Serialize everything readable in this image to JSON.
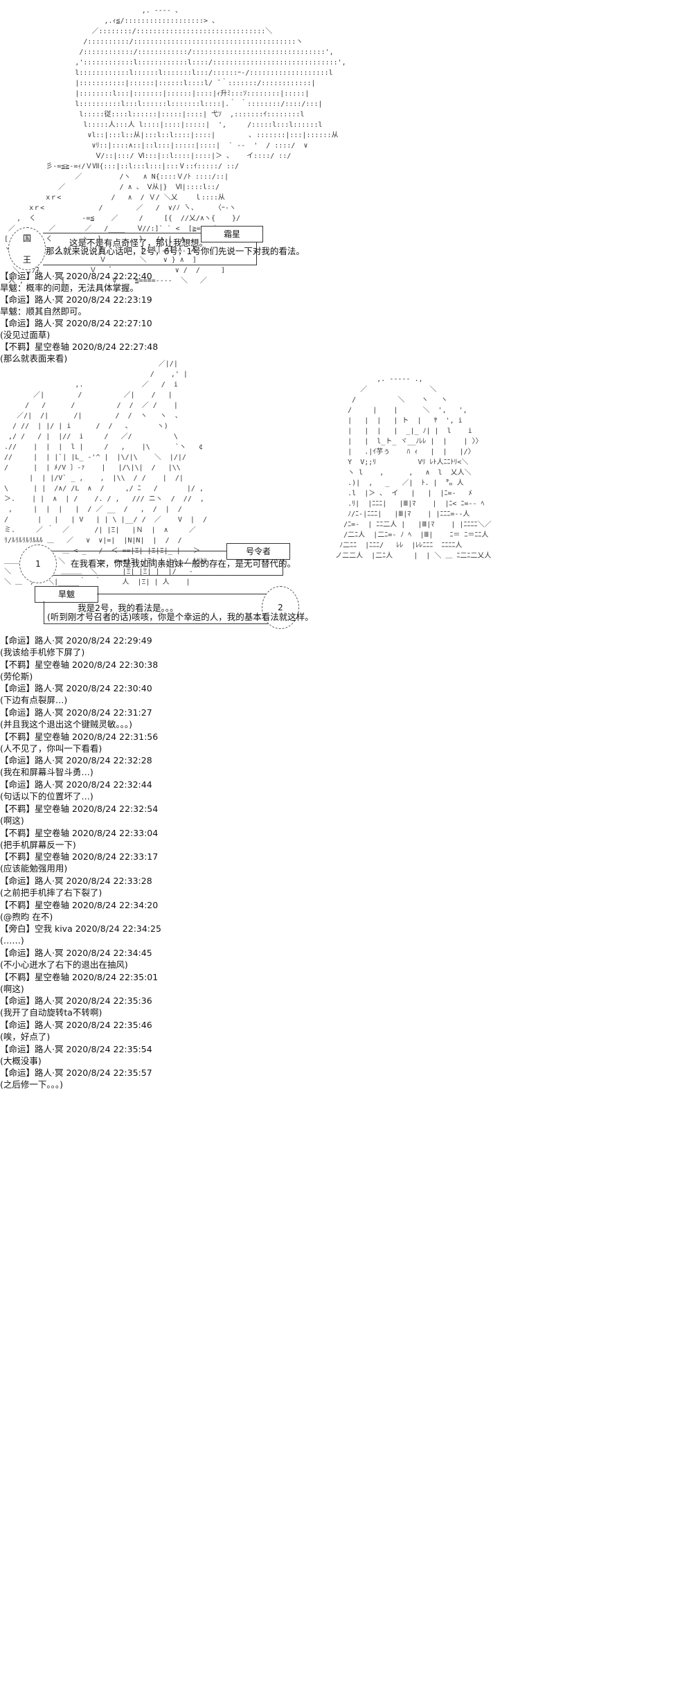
{
  "scene1": {
    "nameplate": "霜星",
    "circle_chars": [
      "国",
      "王"
    ],
    "lines": [
      "这是不是有点奇怪了，那让我想想。",
      "那么就来说说真心话吧，2号，6号，1号你们先说一下对我的看法。"
    ]
  },
  "log1": [
    {
      "header": "【命运】路人·冥 2020/8/24 22:22:40",
      "text": "旱魃：概率的问题，无法具体掌握。"
    },
    {
      "header": "【命运】路人·冥 2020/8/24 22:23:19",
      "text": "旱魃：顺其自然即可。"
    },
    {
      "header": "【命运】路人·冥 2020/8/24 22:27:10",
      "text": "(没见过面草)"
    },
    {
      "header": "【不羁】星空卷轴 2020/8/24 22:27:48",
      "text": "(那么就表面来看)"
    }
  ],
  "scene2": {
    "nameplate_right": "号令者",
    "circle_left": "1",
    "line_right": "在我看来，你是我如同亲姐妹一般的存在，是无可替代的。",
    "nameplate_left": "旱魃",
    "circle_right": "2",
    "lines_left": [
      "我是2号，我的看法是。。。",
      "(听到刚才号召者的话)咳咳，你是个幸运的人，我的基本看法就这样。"
    ]
  },
  "log2": [
    {
      "header": "【命运】路人·冥 2020/8/24 22:29:49",
      "text": "(我该给手机修下屏了)"
    },
    {
      "header": "【不羁】星空卷轴 2020/8/24 22:30:38",
      "text": "(劳伦斯)"
    },
    {
      "header": "【命运】路人·冥 2020/8/24 22:30:40",
      "text": "(下边有点裂屏…)"
    },
    {
      "header": "【命运】路人·冥 2020/8/24 22:31:27",
      "text": "(并且我这个退出这个键贼灵敏。。。)"
    },
    {
      "header": "【不羁】星空卷轴 2020/8/24 22:31:56",
      "text": "(人不见了，你叫一下看看)"
    },
    {
      "header": "【命运】路人·冥 2020/8/24 22:32:28",
      "text": "(我在和屏幕斗智斗勇…)"
    },
    {
      "header": "【命运】路人·冥 2020/8/24 22:32:44",
      "text": "(句话以下的位置坏了…)"
    },
    {
      "header": "【不羁】星空卷轴 2020/8/24 22:32:54",
      "text": "(啊这)"
    },
    {
      "header": "【不羁】星空卷轴 2020/8/24 22:33:04",
      "text": "(把手机屏幕反一下)"
    },
    {
      "header": "【不羁】星空卷轴 2020/8/24 22:33:17",
      "text": "(应该能勉强用用)"
    },
    {
      "header": "【命运】路人·冥 2020/8/24 22:33:28",
      "text": "(之前把手机摔了右下裂了)"
    },
    {
      "header": "【不羁】星空卷轴 2020/8/24 22:34:20",
      "text": "(@煦昀 在不)"
    },
    {
      "header": "【旁白】空我 kiva 2020/8/24 22:34:25",
      "text": "(……)"
    },
    {
      "header": "【命运】路人·冥 2020/8/24 22:34:45",
      "text": "(不小心迸水了右下的退出在抽风)"
    },
    {
      "header": "【不羁】星空卷轴 2020/8/24 22:35:01",
      "text": "(啊这)"
    },
    {
      "header": "【命运】路人·冥 2020/8/24 22:35:36",
      "text": "(我开了自动旋转ta不转啊)"
    },
    {
      "header": "【命运】路人·冥 2020/8/24 22:35:46",
      "text": "(唉，好点了)"
    },
    {
      "header": "【命运】路人·冥 2020/8/24 22:35:54",
      "text": "(大概没事)"
    },
    {
      "header": "【命运】路人·冥 2020/8/24 22:35:57",
      "text": "(之后修一下。。。)"
    }
  ]
}
